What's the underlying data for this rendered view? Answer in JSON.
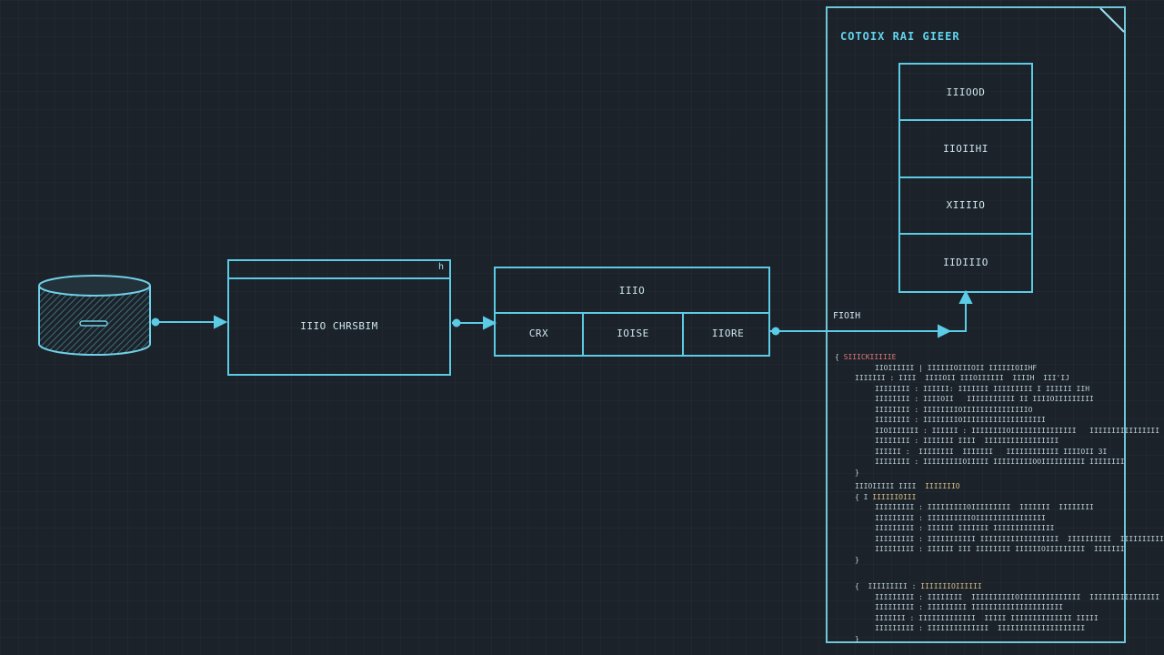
{
  "colors": {
    "accent": "#5ccbe6",
    "background": "#1b2229",
    "code_keyword": "#e07a7a",
    "code_string": "#d8c08a"
  },
  "icons": {
    "database": "database-cylinder-icon",
    "arrow": "arrow-right-icon",
    "window_mark": "window-corner-icon"
  },
  "ingest": {
    "title": "IIIO CHRSBIM",
    "corner_mark": "h"
  },
  "processor": {
    "title": "IIIO",
    "cells": [
      "CRX",
      "IOISE",
      "IIORE"
    ]
  },
  "panel": {
    "title": "COTOIX RAI GIEER",
    "stack": [
      "IIIOOD",
      "IIOIIHI",
      "XIIIIO",
      "IIDIIIO"
    ],
    "input_label": "FIOIH",
    "code_blocks": [
      [
        {
          "i": 0,
          "t": "{ ",
          "k": "SIIICKIIIIIE",
          "s": ""
        },
        {
          "i": 2,
          "t": "IIOIIIIII | IIIIIIOIIIOII IIIIIIOIIHF",
          "k": "",
          "s": ""
        },
        {
          "i": 1,
          "t": "IIIIIII : IIII  IIIIOII IIIOIIIIII  IIIIH  III'IJ",
          "k": "",
          "s": ""
        },
        {
          "i": 2,
          "t": "IIIIIIII : IIIIII: IIIIIII IIIIIIIII I IIIIII IIH",
          "k": "",
          "s": ""
        },
        {
          "i": 2,
          "t": "IIIIIIII : IIIIOII   IIIIIIIIIII II IIIIOIIIIIIIII",
          "k": "",
          "s": ""
        },
        {
          "i": 2,
          "t": "IIIIIIII : IIIIIIIIOIIIIIIIIIIIIIIIO",
          "k": "",
          "s": ""
        },
        {
          "i": 2,
          "t": "IIIIIIII : IIIIIIIIOIIIIIIIIIIIIIIIIIII",
          "k": "",
          "s": ""
        },
        {
          "i": 2,
          "t": "IIOIIIIIII : IIIIII : IIIIIIIIOIIIIIIIIIIIIIII   IIIIIIIIIIIIIIII IIJ",
          "k": "",
          "s": ""
        },
        {
          "i": 2,
          "t": "IIIIIIII : IIIIIII IIII  IIIIIIIIIIIIIIIII",
          "k": "",
          "s": ""
        },
        {
          "i": 2,
          "t": "IIIIII :  IIIIIIII  IIIIIII   IIIIIIIIIIII IIIIOII 3I",
          "k": "",
          "s": ""
        },
        {
          "i": 2,
          "t": "IIIIIIII : IIIIIIIIIOIIIII IIIIIIIIIOOIIIIIIIIII IIIIIIII",
          "k": "",
          "s": ""
        },
        {
          "i": 1,
          "t": "}",
          "k": "",
          "s": ""
        }
      ],
      [
        {
          "i": 1,
          "t": "IIIOIIIII IIII  ",
          "k": "",
          "s": "IIIIIIIO"
        },
        {
          "i": 1,
          "t": "{ I ",
          "k": "",
          "s": "IIIIIIOIII"
        },
        {
          "i": 2,
          "t": "IIIIIIIII : IIIIIIIIIOIIIIIIIII  IIIIIII  IIIIIIII",
          "k": "",
          "s": ""
        },
        {
          "i": 2,
          "t": "IIIIIIIII : IIIIIIIIIIOIIIIIIIIIIIIIIII",
          "k": "",
          "s": ""
        },
        {
          "i": 2,
          "t": "IIIIIIIII : IIIIII IIIIIII IIIIIIIIIIIIII",
          "k": "",
          "s": ""
        },
        {
          "i": 2,
          "t": "IIIIIIIII : IIIIIIIIIII IIIIIIIIIIIIIIIIII  IIIIIIIIII  IIIIIIIIIIIIIII",
          "k": "",
          "s": ""
        },
        {
          "i": 2,
          "t": "IIIIIIIII : IIIIII III IIIIIIII IIIIIIOIIIIIIIII  IIIIIII",
          "k": "",
          "s": ""
        },
        {
          "i": 1,
          "t": "}",
          "k": "",
          "s": ""
        }
      ],
      [
        {
          "i": 1,
          "t": "{  IIIIIIIII : ",
          "k": "",
          "s": "IIIIIIIOIIIIII"
        },
        {
          "i": 2,
          "t": "IIIIIIIII : IIIIIIII  IIIIIIIIIIOIIIIIIIIIIIIII  IIIIIIIIIIIIIIII",
          "k": "",
          "s": ""
        },
        {
          "i": 2,
          "t": "IIIIIIIII : IIIIIIIII IIIIIIIIIIIIIIIIIIIII",
          "k": "",
          "s": ""
        },
        {
          "i": 2,
          "t": "IIIIIII : IIIIIIIIIIIII  IIIII IIIIIIIIIIIIII IIIII",
          "k": "",
          "s": ""
        },
        {
          "i": 2,
          "t": "IIIIIIIII : IIIIIIIIIIIIII  IIIIIIIIIIIIIIIIIIII",
          "k": "",
          "s": ""
        },
        {
          "i": 1,
          "t": "}",
          "k": "",
          "s": ""
        }
      ]
    ]
  }
}
